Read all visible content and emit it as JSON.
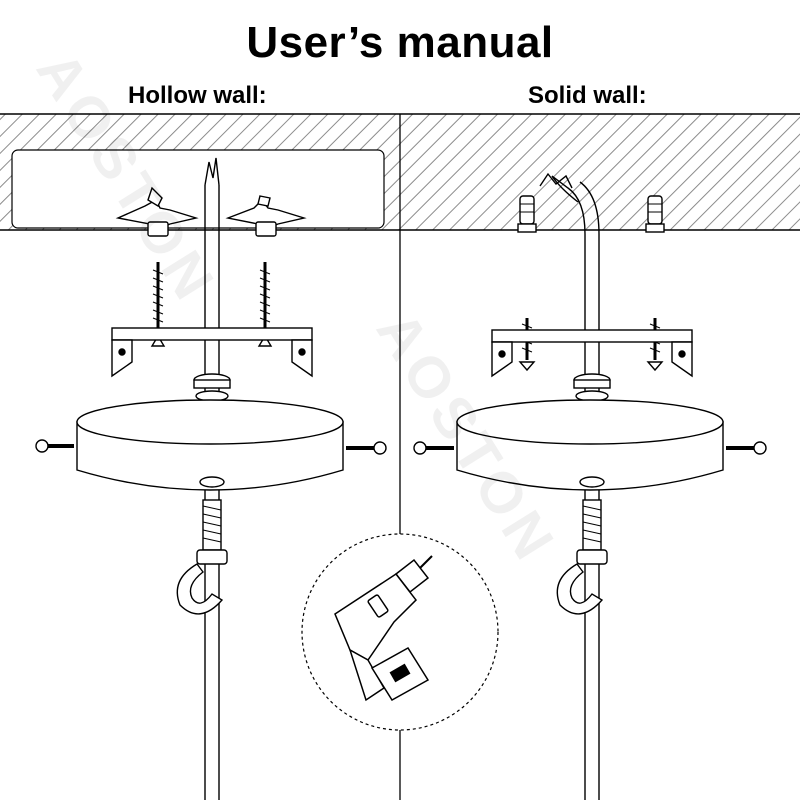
{
  "title": "User’s manual",
  "sections": {
    "left": {
      "label": "Hollow wall:"
    },
    "right": {
      "label": "Solid wall:"
    }
  },
  "watermark": {
    "text": "AOSTON"
  },
  "colors": {
    "line": "#000000",
    "hatch": "#9a9a9a",
    "background": "#ffffff"
  },
  "icons": [
    "drill-icon"
  ]
}
